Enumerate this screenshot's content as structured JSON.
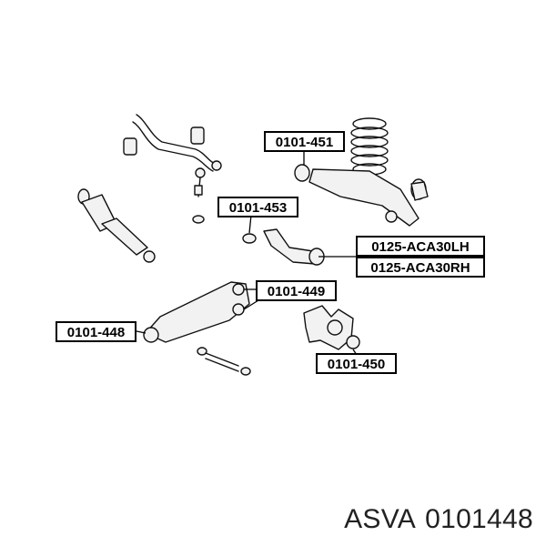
{
  "labels": {
    "l451": "0101-451",
    "l453": "0101-453",
    "lh": "0125-ACA30LH",
    "rh": "0125-ACA30RH",
    "l449": "0101-449",
    "l448": "0101-448",
    "l450": "0101-450"
  },
  "caption": {
    "brand": "ASVA",
    "part_number": "0101448"
  }
}
